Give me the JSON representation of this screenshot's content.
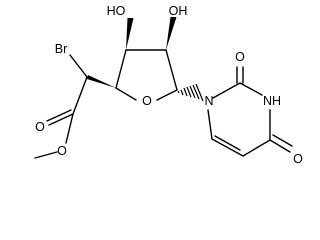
{
  "molecule": {
    "atoms": [
      {
        "key": "hydroxyl_1",
        "label": "HO"
      },
      {
        "key": "hydroxyl_2",
        "label": "OH"
      },
      {
        "key": "bromine",
        "label": "Br"
      },
      {
        "key": "ring_oxygen",
        "label": "O"
      },
      {
        "key": "pyrimidine_nitrogen_1",
        "label": "N"
      },
      {
        "key": "carbonyl_oxygen_2",
        "label": "O"
      },
      {
        "key": "pyrimidine_nitrogen_3",
        "label": "NH"
      },
      {
        "key": "carbonyl_oxygen_4",
        "label": "O"
      },
      {
        "key": "ester_carbonyl_oxygen",
        "label": "O"
      },
      {
        "key": "ester_oxygen",
        "label": "O"
      }
    ]
  }
}
